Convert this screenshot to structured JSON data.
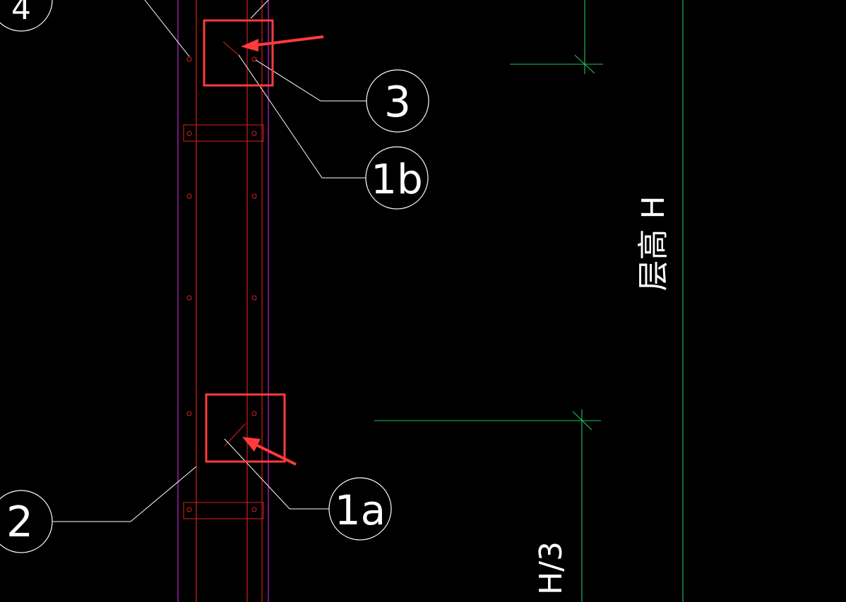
{
  "drawing": {
    "background": "#000000",
    "colors": {
      "magenta_line": "#c026d3",
      "red_line": "#e02020",
      "white_line": "#ffffff",
      "green_line": "#22c55e",
      "annotation_red": "#ff3b3b"
    },
    "callouts": {
      "c4": "4",
      "c3": "3",
      "c1b": "1b",
      "c2": "2",
      "c1a": "1a"
    },
    "labels": {
      "floor_height": "层高 H",
      "third_height": "H/3"
    },
    "annotations": {
      "highlight_top": "highlight-box",
      "highlight_bottom": "highlight-box"
    }
  }
}
